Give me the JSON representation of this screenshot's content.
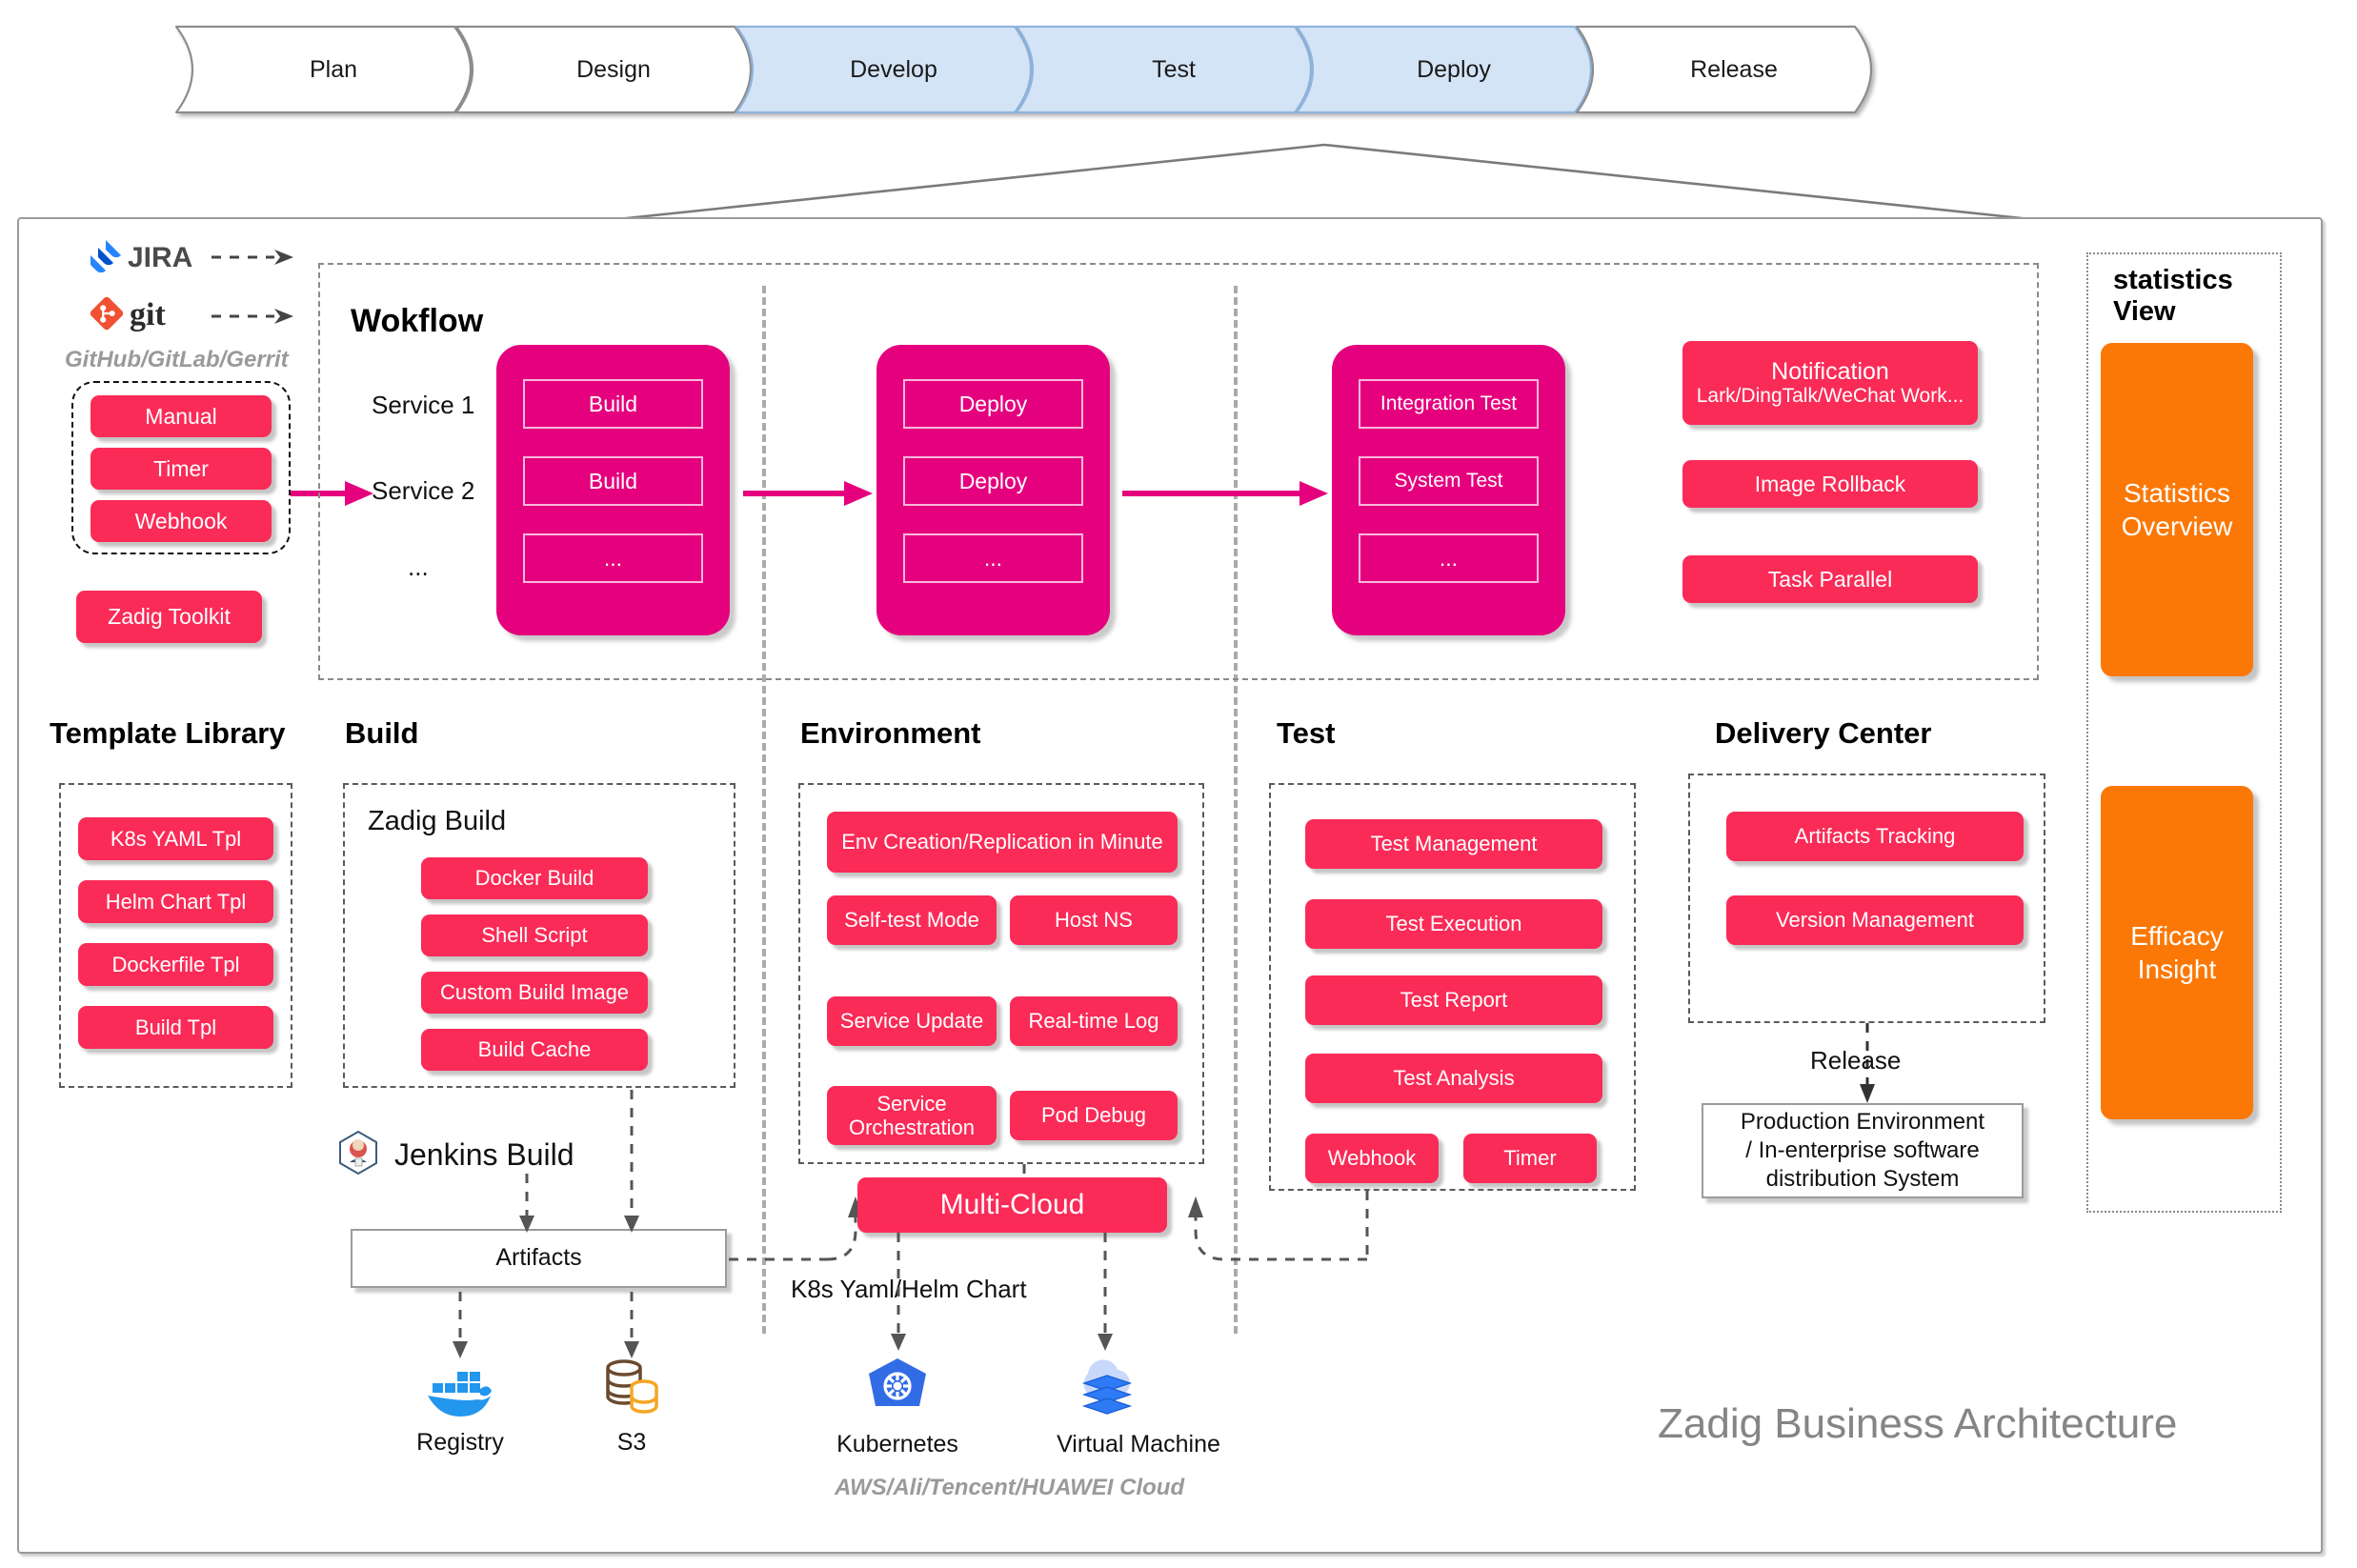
{
  "pipeline": {
    "stages": [
      {
        "label": "Plan",
        "active": false
      },
      {
        "label": "Design",
        "active": false
      },
      {
        "label": "Develop",
        "active": true
      },
      {
        "label": "Test",
        "active": true
      },
      {
        "label": "Deploy",
        "active": true
      },
      {
        "label": "Release",
        "active": false
      }
    ],
    "active_color": "#d4e4f7",
    "inactive_color": "#ffffff"
  },
  "colors": {
    "pink": "#FA2B57",
    "magenta": "#E5007D",
    "orange": "#FB7806",
    "border_gray": "#9b9b9b"
  },
  "sources": {
    "jira_label": "JIRA",
    "git_label": "git",
    "scm_note": "GitHub/GitLab/Gerrit",
    "triggers": [
      "Manual",
      "Timer",
      "Webhook"
    ],
    "toolkit": "Zadig Toolkit"
  },
  "workflow": {
    "title": "Wokflow",
    "service_rows": [
      "Service 1",
      "Service 2",
      "..."
    ],
    "stages": [
      {
        "name": "build",
        "slots": [
          "Build",
          "Build",
          "..."
        ]
      },
      {
        "name": "deploy",
        "slots": [
          "Deploy",
          "Deploy",
          "..."
        ]
      },
      {
        "name": "test",
        "slots": [
          "Integration Test",
          "System Test",
          "..."
        ]
      }
    ],
    "side_features": [
      {
        "title": "Notification",
        "sub": "Lark/DingTalk/WeChat Work..."
      },
      {
        "title": "Image Rollback",
        "sub": ""
      },
      {
        "title": "Task Parallel",
        "sub": ""
      }
    ]
  },
  "statistics": {
    "title": "statistics\nView",
    "title_line1": "statistics",
    "title_line2": "View",
    "cards": [
      "Statistics\nOverview",
      "Efficacy\nInsight"
    ],
    "card1_line1": "Statistics",
    "card1_line2": "Overview",
    "card2_line1": "Efficacy",
    "card2_line2": "Insight"
  },
  "columns": {
    "template_library": {
      "title": "Template Library",
      "items": [
        "K8s YAML Tpl",
        "Helm Chart Tpl",
        "Dockerfile Tpl",
        "Build Tpl"
      ]
    },
    "build": {
      "title": "Build",
      "subtitle": "Zadig Build",
      "items": [
        "Docker Build",
        "Shell Script",
        "Custom Build Image",
        "Build Cache"
      ],
      "jenkins_label": "Jenkins Build",
      "artifacts_label": "Artifacts",
      "registry_label": "Registry",
      "s3_label": "S3"
    },
    "environment": {
      "title": "Environment",
      "items": [
        "Env Creation/Replication in Minute",
        "Self-test Mode",
        "Host NS",
        "Service Update",
        "Real-time Log",
        "Service Orchestration",
        "Pod Debug"
      ],
      "multi_cloud": "Multi-Cloud",
      "edge_label": "K8s Yaml/Helm Chart",
      "targets": [
        {
          "label": "Kubernetes",
          "icon": "kubernetes-icon"
        },
        {
          "label": "Virtual Machine",
          "icon": "virtual-machine-icon"
        }
      ],
      "cloud_note": "AWS/Ali/Tencent/HUAWEI Cloud"
    },
    "test": {
      "title": "Test",
      "items": [
        "Test Management",
        "Test Execution",
        "Test Report",
        "Test Analysis"
      ],
      "triggers": [
        "Webhook",
        "Timer"
      ]
    },
    "delivery_center": {
      "title": "Delivery Center",
      "items": [
        "Artifacts Tracking",
        "Version Management"
      ],
      "release_label": "Release",
      "production_box": "Production Environment / In-enterprise software distribution System",
      "production_line1": "Production Environment",
      "production_line2": "/ In-enterprise software",
      "production_line3": "distribution System"
    }
  },
  "brand": "Zadig Business Architecture"
}
